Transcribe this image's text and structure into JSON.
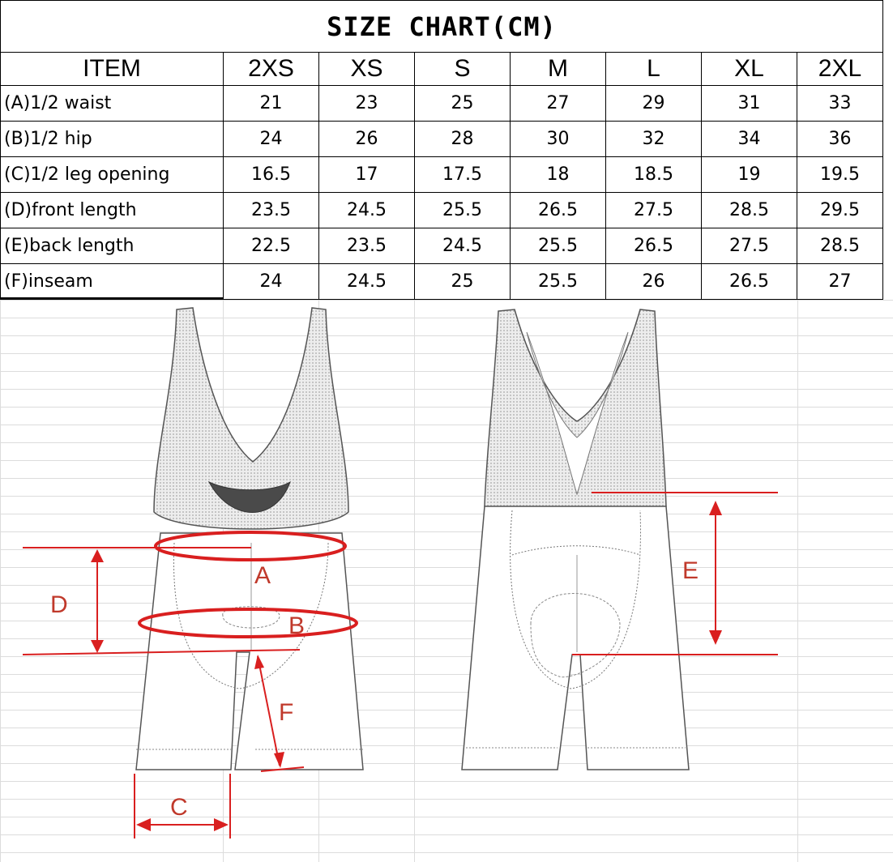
{
  "title": "SIZE CHART(CM)",
  "header": [
    "ITEM",
    "2XS",
    "XS",
    "S",
    "M",
    "L",
    "XL",
    "2XL"
  ],
  "rows": [
    {
      "item": "(A)1/2 waist",
      "values": [
        "21",
        "23",
        "25",
        "27",
        "29",
        "31",
        "33"
      ]
    },
    {
      "item": "(B)1/2 hip",
      "values": [
        "24",
        "26",
        "28",
        "30",
        "32",
        "34",
        "36"
      ]
    },
    {
      "item": "(C)1/2 leg opening",
      "values": [
        "16.5",
        "17",
        "17.5",
        "18",
        "18.5",
        "19",
        "19.5"
      ]
    },
    {
      "item": "(D)front length",
      "values": [
        "23.5",
        "24.5",
        "25.5",
        "26.5",
        "27.5",
        "28.5",
        "29.5"
      ]
    },
    {
      "item": "(E)back length",
      "values": [
        "22.5",
        "23.5",
        "24.5",
        "25.5",
        "26.5",
        "27.5",
        "28.5"
      ]
    },
    {
      "item": "(F)inseam",
      "values": [
        "24",
        "24.5",
        "25",
        "25.5",
        "26",
        "26.5",
        "27"
      ]
    }
  ],
  "diagram_labels": {
    "a": "A",
    "b": "B",
    "c": "C",
    "d": "D",
    "e": "E",
    "f": "F"
  },
  "colors": {
    "measure": "#d91f1f",
    "mesh": "#d6d6d6",
    "pad": "#4a4a4a",
    "outline": "#555555"
  }
}
